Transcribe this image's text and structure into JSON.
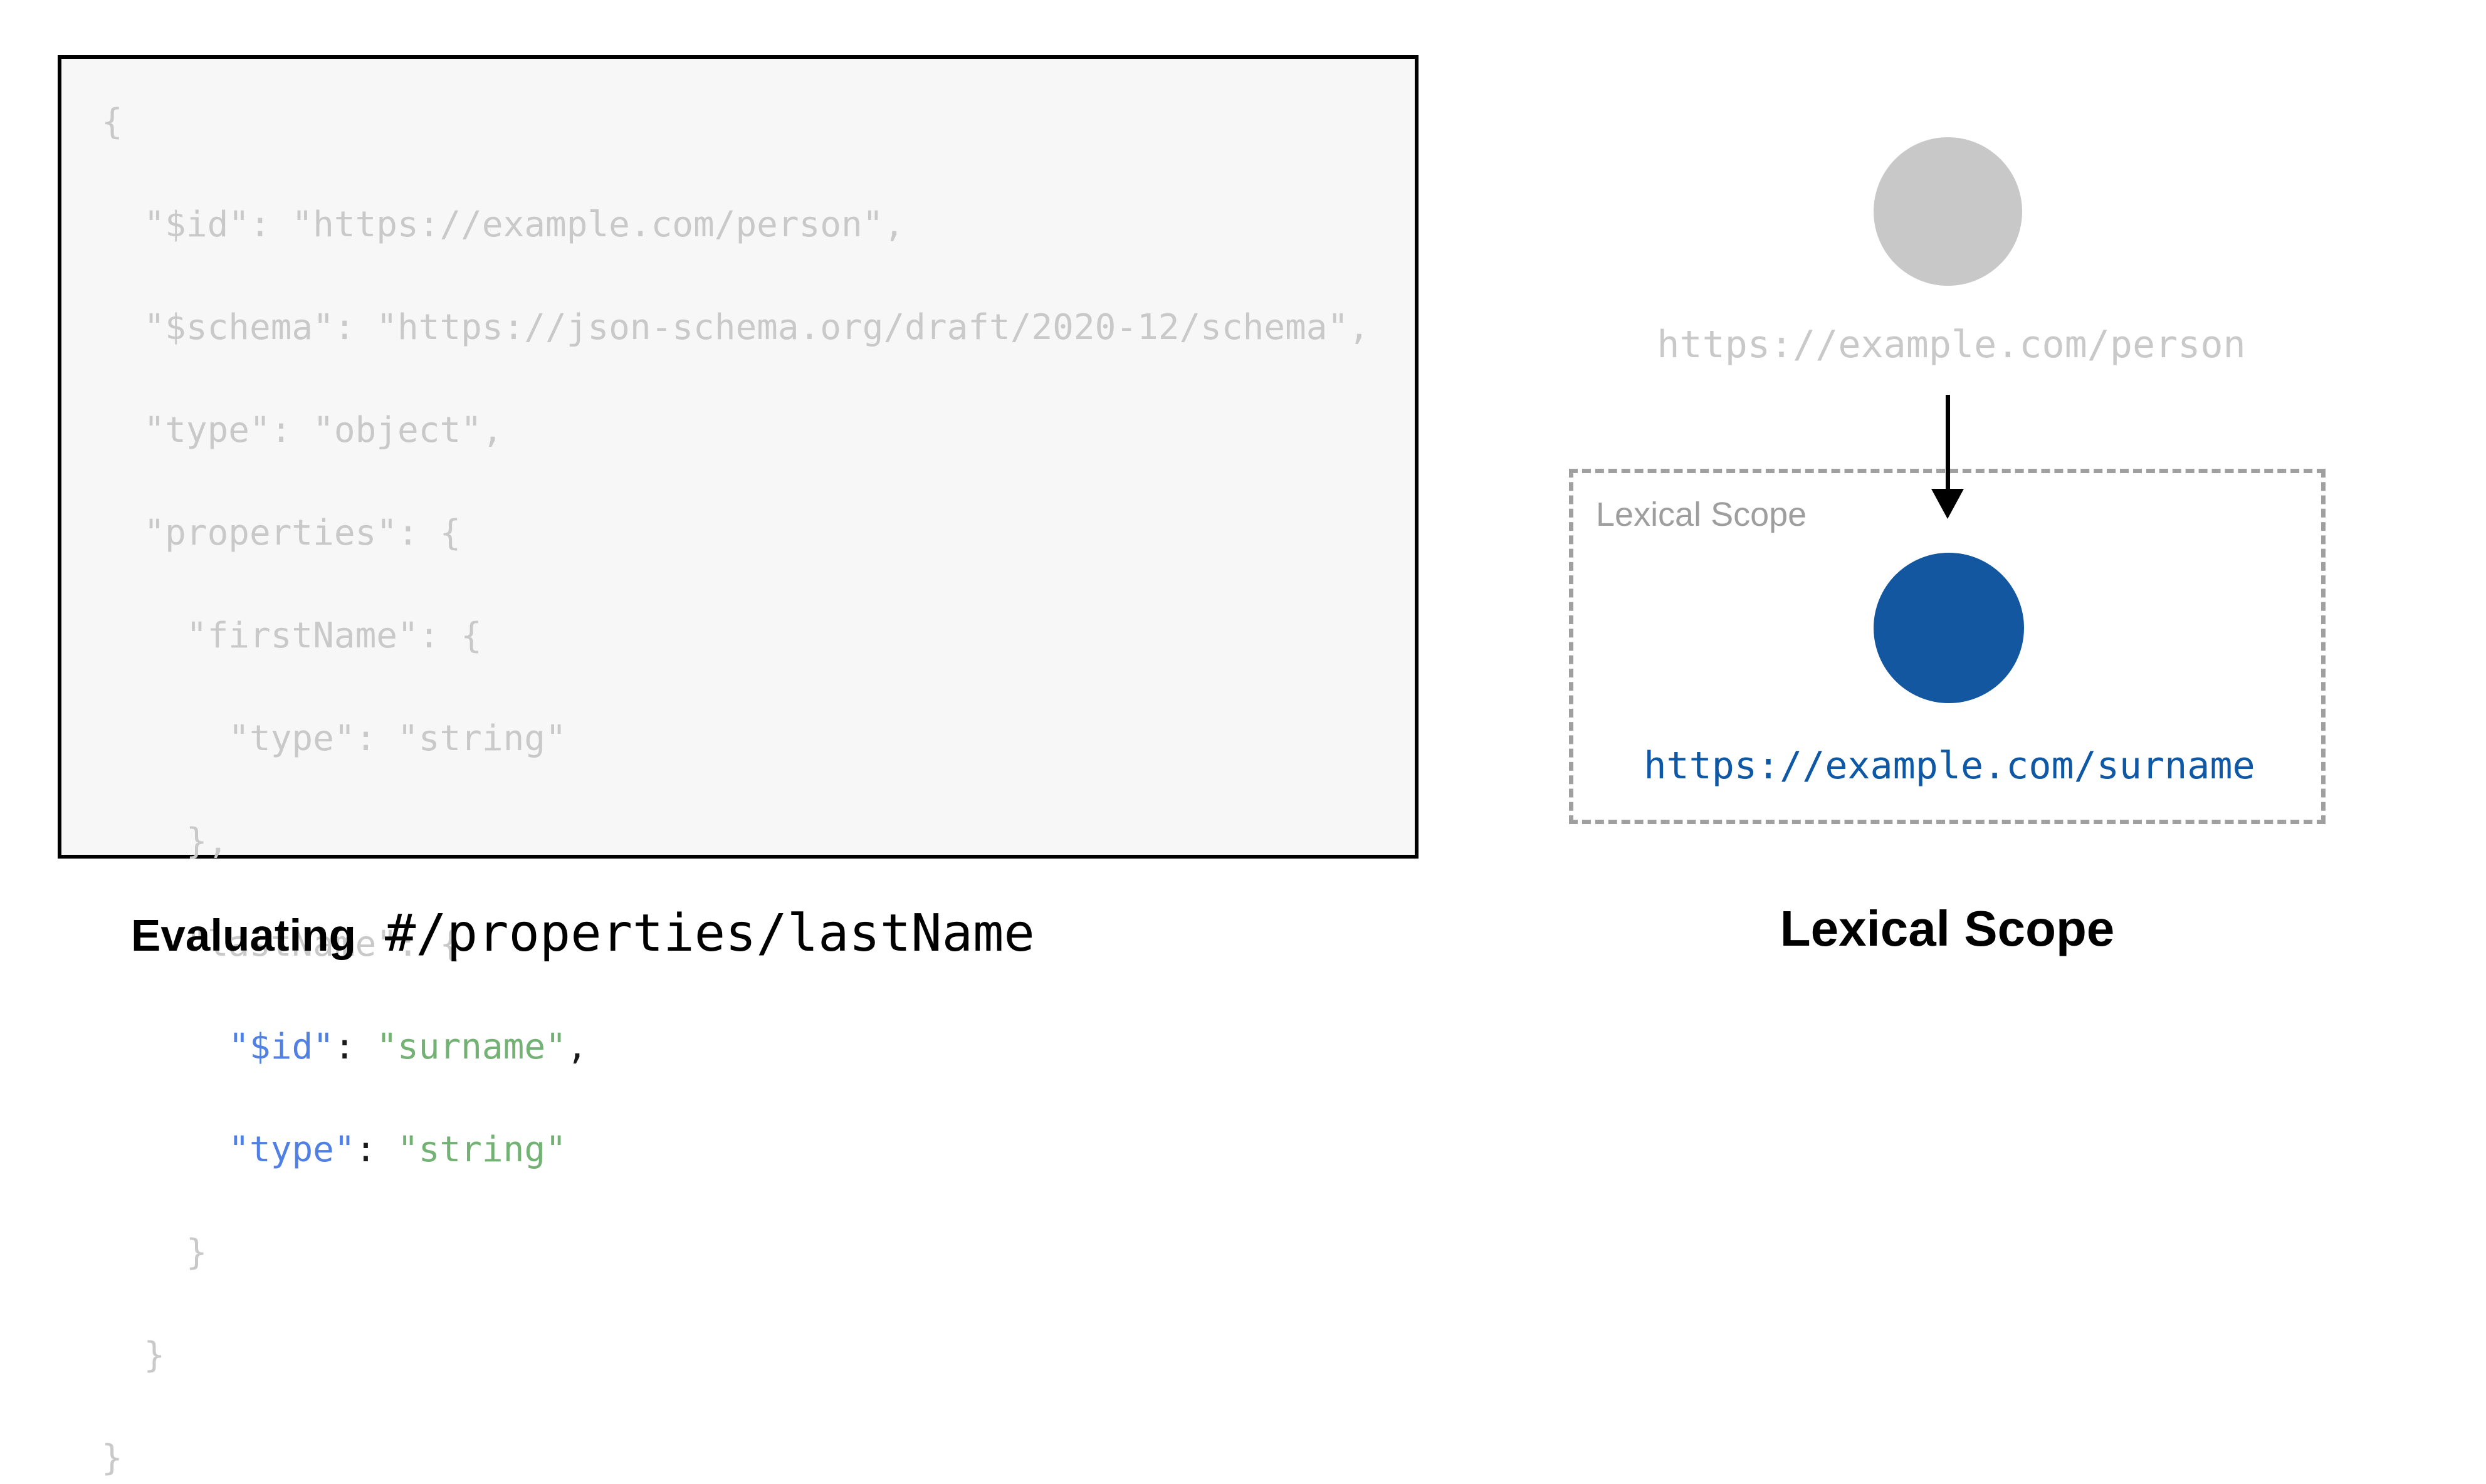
{
  "palette": {
    "page_bg": "#ffffff",
    "code_box_bg": "#f7f7f7",
    "code_box_border": "#000000",
    "code_muted": "#c9c9c9",
    "token_key_blue": "#5180e4",
    "token_string_green": "#74b174",
    "token_punct": "#1a1a1a",
    "parent_gray": "#c8c8c8",
    "parent_label_gray": "#c9c9c9",
    "arrow_black": "#000000",
    "scope_border_gray": "#a0a0a0",
    "scope_label_gray": "#9e9e9e",
    "child_blue": "#12579f",
    "child_label_blue": "#0f58a6",
    "caption_black": "#000000"
  },
  "left_panel": {
    "caption_bold": "Evaluating",
    "caption_mono": "#/properties/lastName",
    "code_box": {
      "lines": [
        {
          "text": "{"
        },
        {
          "text": "  \"$id\": \"https://example.com/person\","
        },
        {
          "text": "  \"$schema\": \"https://json-schema.org/draft/2020-12/schema\","
        },
        {
          "text": "  \"type\": \"object\","
        },
        {
          "text": "  \"properties\": {"
        },
        {
          "text": "    \"firstName\": {"
        },
        {
          "text": "      \"type\": \"string\""
        },
        {
          "text": "    },"
        },
        {
          "text": "    \"lastName\": {"
        },
        {
          "tokens": [
            "      ",
            "\"$id\"",
            ": ",
            "\"surname\"",
            ","
          ]
        },
        {
          "tokens": [
            "      ",
            "\"type\"",
            ": ",
            "\"string\""
          ]
        },
        {
          "text": "    }"
        },
        {
          "text": "  }"
        },
        {
          "text": "}"
        }
      ]
    }
  },
  "right_panel": {
    "parent_node_label": "https://example.com/person",
    "scope_box_label": "Lexical Scope",
    "child_node_label": "https://example.com/surname",
    "caption": "Lexical Scope"
  }
}
